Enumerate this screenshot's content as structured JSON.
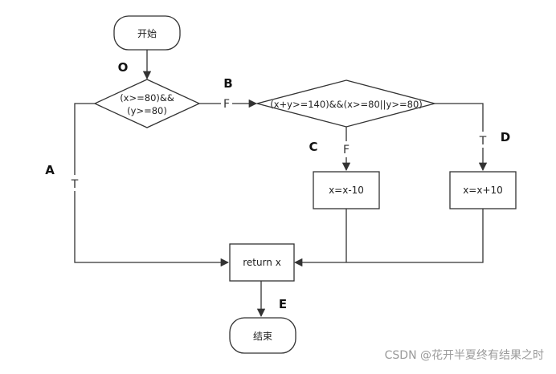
{
  "nodes": {
    "start": "开始",
    "cond1_line1": "(x>=80)&&",
    "cond1_line2": "(y>=80)",
    "cond2": "(x+y>=140)&&(x>=80||y>=80)",
    "assign_minus": "x=x-10",
    "assign_plus": "x=x+10",
    "return": "return x",
    "end": "结束"
  },
  "branches": {
    "cond1_true": "T",
    "cond1_false": "F",
    "cond2_false": "F",
    "cond2_true": "T"
  },
  "path_labels": {
    "O": "O",
    "A": "A",
    "B": "B",
    "C": "C",
    "D": "D",
    "E": "E"
  },
  "watermark": "CSDN @花开半夏终有结果之时"
}
